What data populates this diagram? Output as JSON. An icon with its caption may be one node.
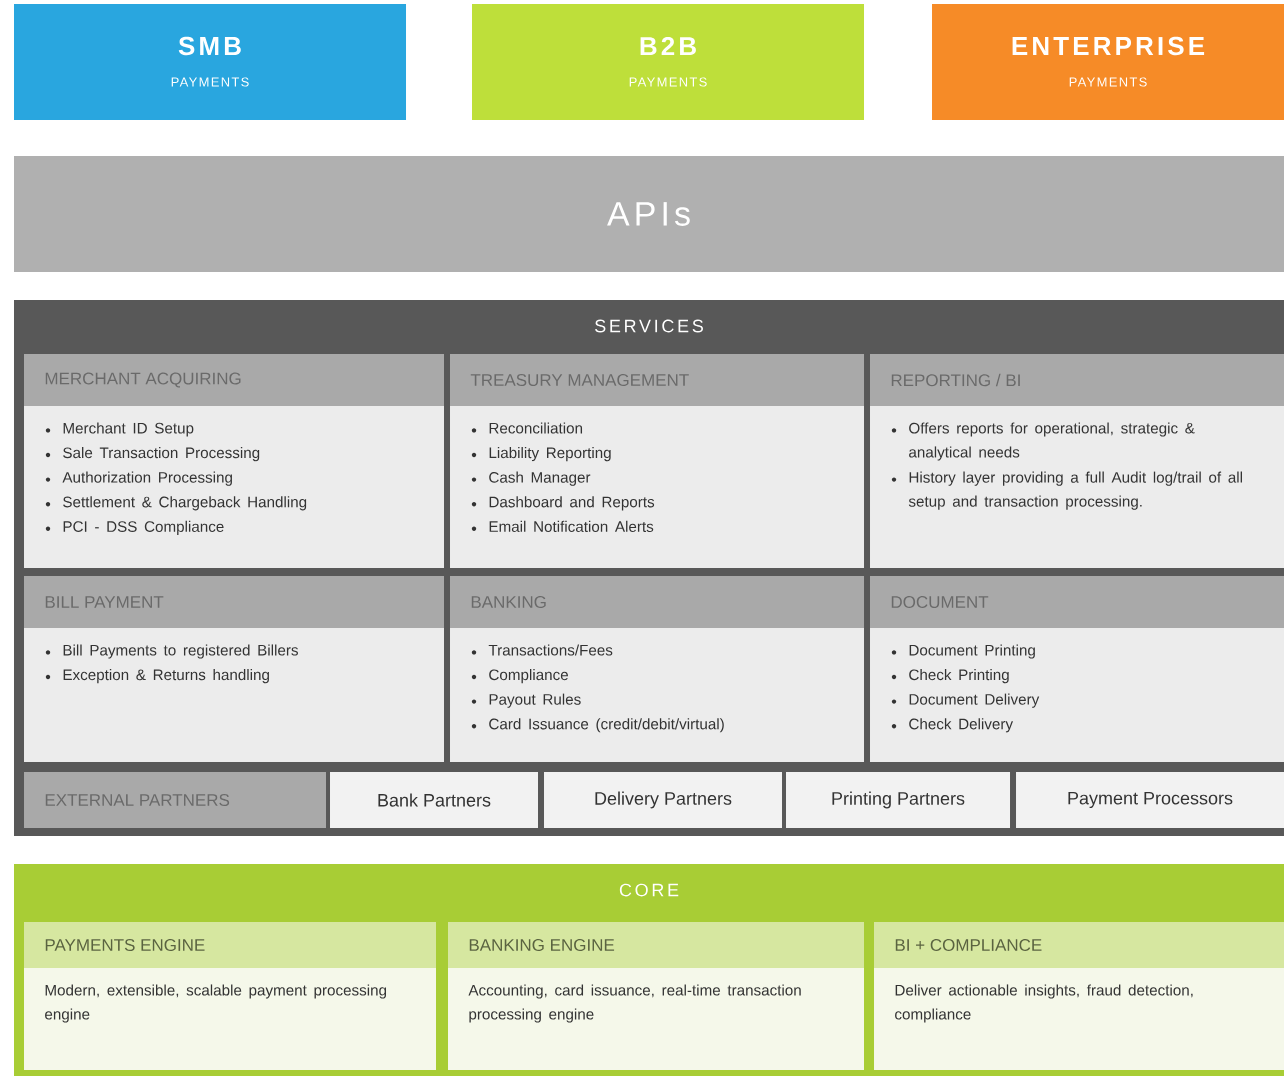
{
  "diagram": {
    "nodes": [
      {
        "text": [
          "SMB",
          "PAYMENTS"
        ]
      },
      {
        "text": [
          "B2B",
          "PAYMENTS"
        ]
      },
      {
        "text": [
          "ENTERPRISE",
          "PAYMENTS"
        ]
      },
      {
        "text": [
          "APIs"
        ]
      },
      {
        "text": [
          "SERVICES"
        ]
      },
      {
        "text": [
          "MERCHANT ACQUIRING",
          "Merchant ID Setup",
          "Sale Transaction Processing",
          "Authorization Processing",
          "Settlement & Chargeback Handling",
          "PCI - DSS Compliance"
        ],
        "in": 4
      },
      {
        "text": [
          "TREASURY MANAGEMENT",
          "Reconciliation",
          "Liability Reporting",
          "Cash Manager",
          "Dashboard and Reports",
          "Email Notification Alerts"
        ],
        "in": 4
      },
      {
        "text": [
          "REPORTING / BI",
          "Offers reports for operational, strategic & analytical needs",
          "History layer providing a full Audit log/trail of all setup and transaction processing."
        ],
        "in": 4
      },
      {
        "text": [
          "BILL PAYMENT",
          "Bill Payments to registered Billers",
          "Exception & Returns handling"
        ],
        "in": 4
      },
      {
        "text": [
          "BANKING",
          "Transactions/Fees",
          "Compliance",
          "Payout Rules",
          "Card Issuance (credit/debit/virtual)"
        ],
        "in": 4
      },
      {
        "text": [
          "DOCUMENT",
          "Document Printing",
          "Check Printing",
          "Document Delivery",
          "Check Delivery"
        ],
        "in": 4
      },
      {
        "text": [
          "EXTERNAL PARTNERS"
        ],
        "in": 4
      },
      {
        "text": [
          "Bank Partners"
        ],
        "in": 4
      },
      {
        "text": [
          "Delivery Partners"
        ],
        "in": 4
      },
      {
        "text": [
          "Printing Partners"
        ],
        "in": 4
      },
      {
        "text": [
          "Payment Processors"
        ],
        "in": 4
      },
      {
        "text": [
          "CORE"
        ]
      },
      {
        "text": [
          "PAYMENTS ENGINE",
          "Modern, extensible, scalable payment processing engine"
        ],
        "in": 16
      },
      {
        "text": [
          "BANKING ENGINE",
          "Accounting, card issuance, real-time transaction processing engine"
        ],
        "in": 16
      },
      {
        "text": [
          "BI + COMPLIANCE",
          "Deliver actionable insights, fraud detection, compliance"
        ],
        "in": 16
      }
    ]
  }
}
